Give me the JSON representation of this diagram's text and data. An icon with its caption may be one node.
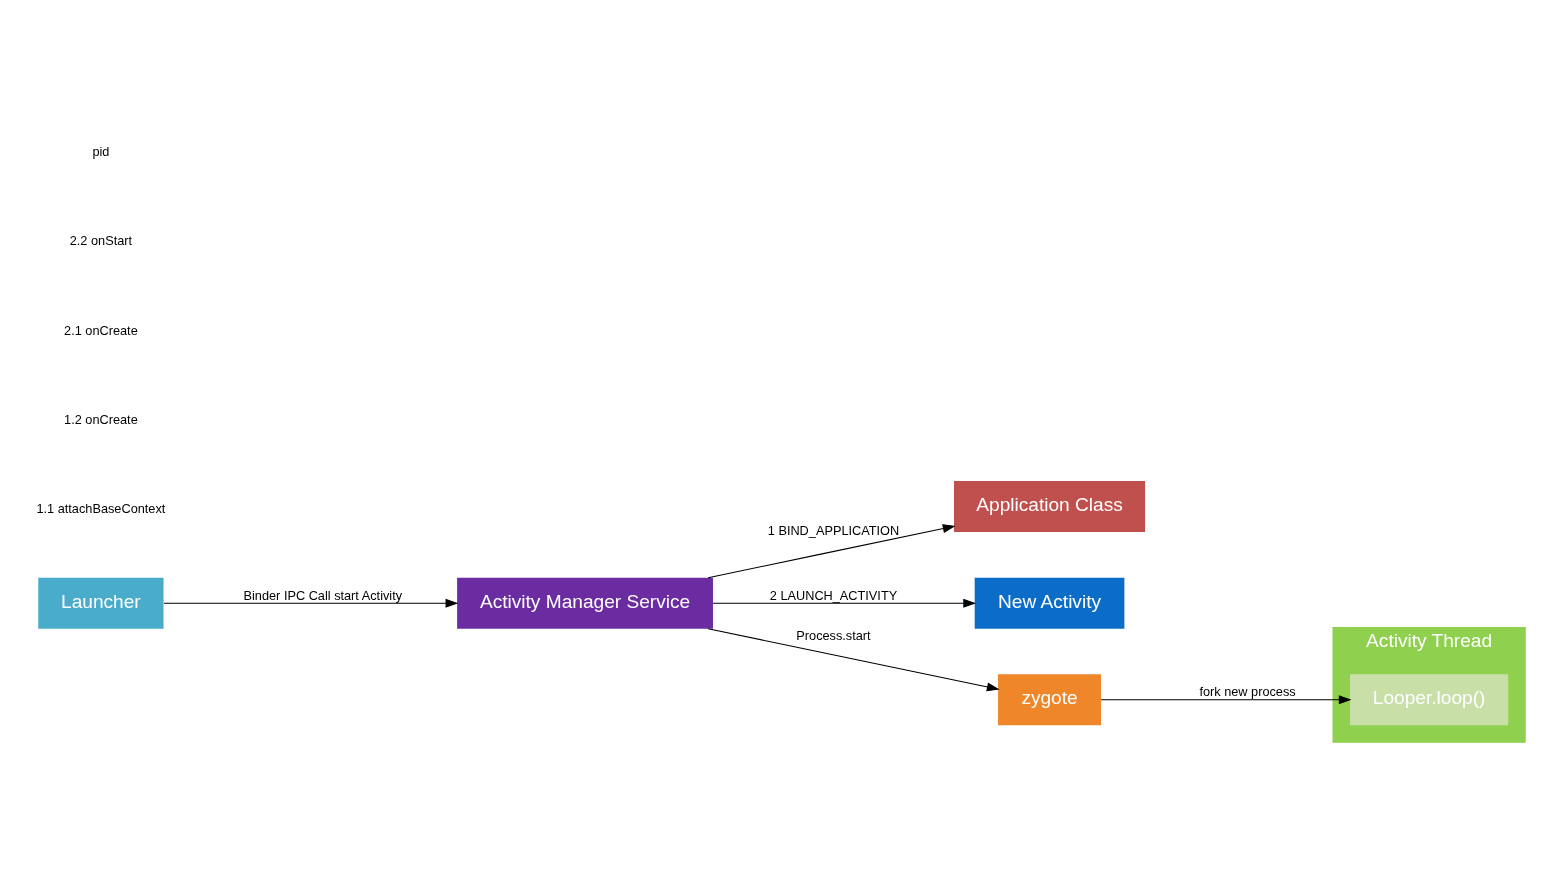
{
  "diagram": {
    "nodes": [
      {
        "text": [
          "Launcher"
        ]
      },
      {
        "text": [
          "Activity Manager Service"
        ]
      },
      {
        "text": [
          "Application Class"
        ]
      },
      {
        "text": [
          "New Activity"
        ]
      },
      {
        "text": [
          "zygote"
        ]
      },
      {
        "text": [
          "Activity Thread"
        ]
      },
      {
        "text": [
          "Looper.loop()"
        ],
        "in": 5
      }
    ],
    "edges": [
      {
        "from": 0,
        "to": 1,
        "arrow": "to",
        "label": "Binder IPC Call start Activity"
      },
      {
        "from": 1,
        "to": 2,
        "arrow": "to",
        "label": "1 BIND_APPLICATION"
      },
      {
        "from": 1,
        "to": 3,
        "arrow": "to",
        "label": "2 LAUNCH_ACTIVITY"
      },
      {
        "from": 1,
        "to": 4,
        "arrow": "to",
        "label": "Process.start"
      },
      {
        "from": 4,
        "to": 6,
        "arrow": "to",
        "label": "fork new process"
      }
    ],
    "labels": [
      "1.1 attachBaseContext",
      "1.2 onCreate",
      "2.1 onCreate",
      "2.2 onStart",
      "pid"
    ]
  }
}
